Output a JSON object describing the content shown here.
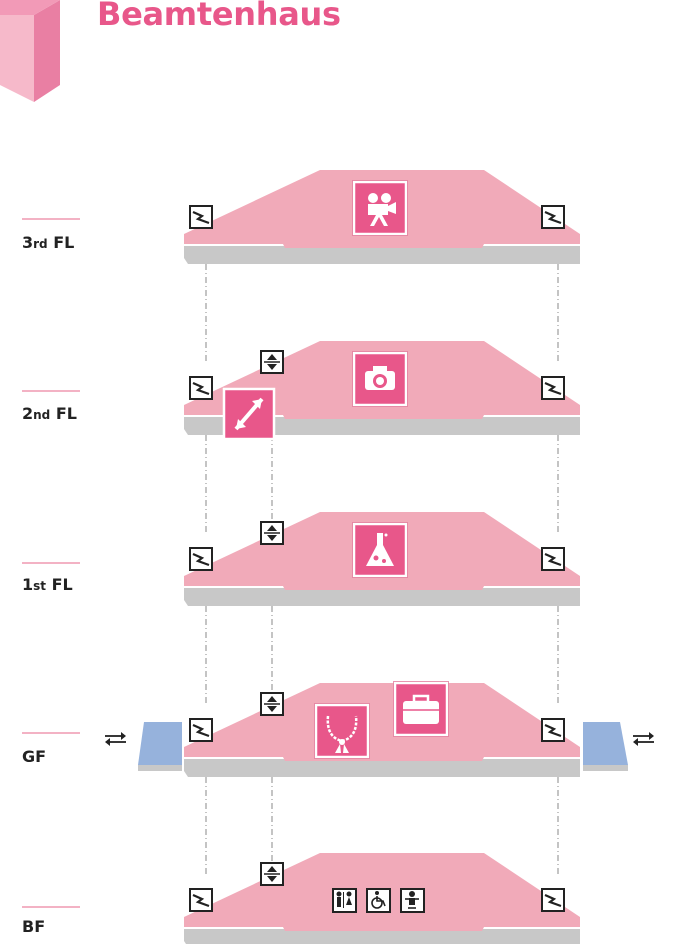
{
  "title": "Beamtenhaus",
  "colors": {
    "accent": "#e8578a",
    "floor_fill": "#f1aab9",
    "floor_shadow": "#c8c8c8",
    "entrance_fill": "#96b2dc",
    "logo_light": "#f6b9ca",
    "logo_dark": "#e97fa3"
  },
  "floors": [
    {
      "id": "3rd",
      "num": "3",
      "ord": "rd",
      "suffix": " FL",
      "icons": [
        "film-camera-icon"
      ],
      "elevator": false,
      "escalator": false,
      "facilities": [],
      "entrances": false
    },
    {
      "id": "2nd",
      "num": "2",
      "ord": "nd",
      "suffix": " FL",
      "icons": [
        "photo-camera-icon"
      ],
      "elevator": true,
      "escalator": true,
      "facilities": [],
      "entrances": false
    },
    {
      "id": "1st",
      "num": "1",
      "ord": "st",
      "suffix": " FL",
      "icons": [
        "science-flask-icon"
      ],
      "elevator": true,
      "escalator": false,
      "facilities": [],
      "entrances": false
    },
    {
      "id": "GF",
      "num": "GF",
      "ord": "",
      "suffix": "",
      "icons": [
        "necklace-icon",
        "suitcase-icon"
      ],
      "elevator": true,
      "escalator": false,
      "facilities": [],
      "entrances": true
    },
    {
      "id": "BF",
      "num": "BF",
      "ord": "",
      "suffix": "",
      "icons": [],
      "elevator": true,
      "escalator": false,
      "facilities": [
        "restroom-icon",
        "wheelchair-icon",
        "baby-care-icon"
      ],
      "entrances": false
    }
  ]
}
